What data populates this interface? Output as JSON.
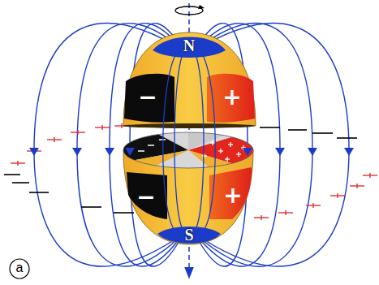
{
  "diagram": {
    "labels": [
      "N",
      "S",
      "−",
      "+",
      "−",
      "+",
      "a"
    ]
  }
}
